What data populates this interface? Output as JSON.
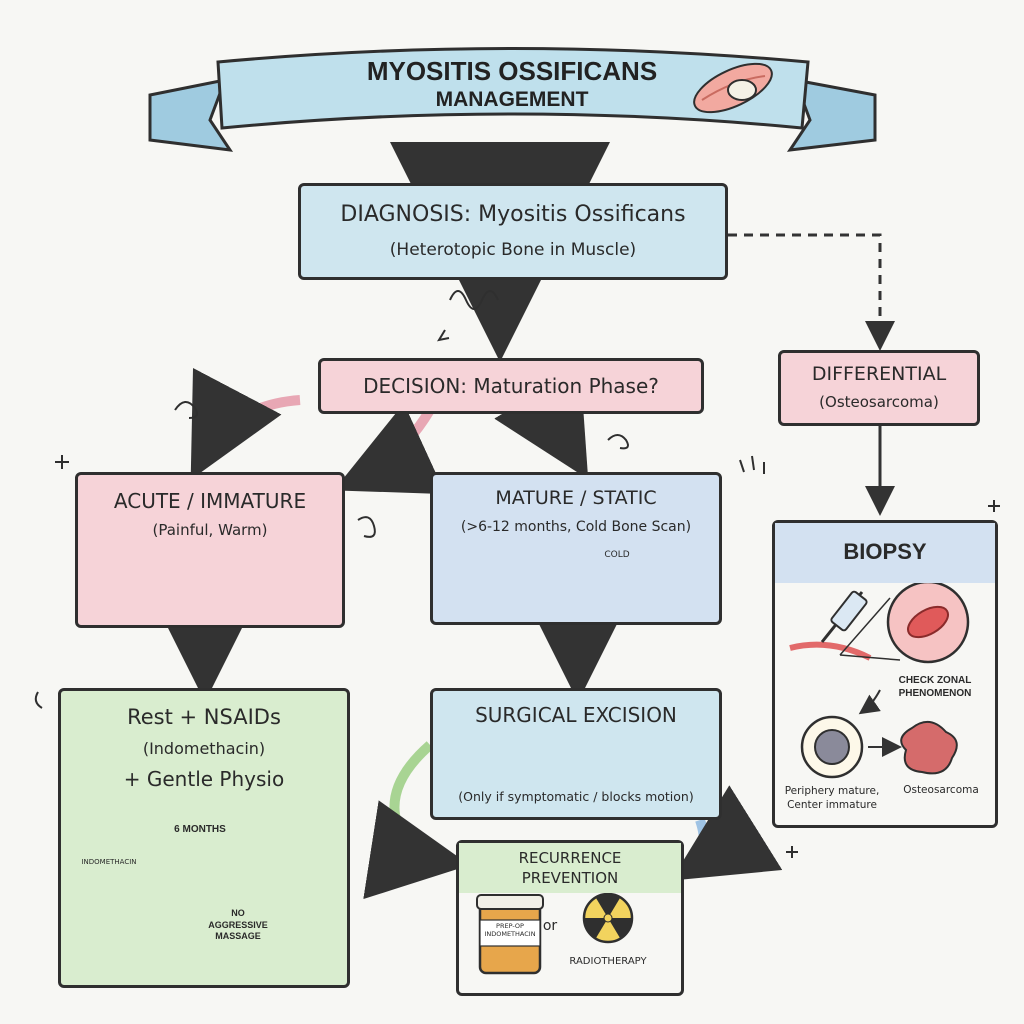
{
  "title": {
    "line1": "MYOSITIS OSSIFICANS",
    "line2": "MANAGEMENT"
  },
  "diagnosis": {
    "title": "DIAGNOSIS: Myositis Ossificans",
    "subtitle": "(Heterotopic Bone in Muscle)"
  },
  "decision": {
    "title": "DECISION: Maturation Phase?"
  },
  "differential": {
    "title": "DIFFERENTIAL",
    "subtitle": "(Osteosarcoma)"
  },
  "acute": {
    "title": "ACUTE / IMMATURE",
    "subtitle": "(Painful, Warm)"
  },
  "mature": {
    "title": "MATURE / STATIC",
    "subtitle": "(>6-12 months, Cold Bone Scan)",
    "scan_label": "COLD"
  },
  "biopsy": {
    "title": "BIOPSY",
    "check_label": "CHECK ZONAL\nPHENOMENON",
    "periphery_label": "Periphery mature,\nCenter immature",
    "osteosarcoma_label": "Osteosarcoma"
  },
  "rest": {
    "line1": "Rest + NSAIDs",
    "line2": "(Indomethacin)",
    "line3": "+ Gentle Physio",
    "bottle_label": "INDOMETHACIN",
    "calendar_label": "6 MONTHS",
    "no_massage_label": "NO\nAGGRESSIVE\nMASSAGE"
  },
  "surgical": {
    "title": "SURGICAL EXCISION",
    "note": "(Only if symptomatic / blocks motion)"
  },
  "recurrence": {
    "title_line1": "RECURRENCE",
    "title_line2": "PREVENTION",
    "bottle_label": "PREP-OP\nINDOMETHACIN",
    "or_label": "or",
    "radiotherapy_label": "RADIOTHERAPY"
  },
  "colors": {
    "blue": "#cfe6ef",
    "pink": "#f6d3d8",
    "green": "#d9edcf",
    "ribbon": "#bfe0ec",
    "ribbon_dark": "#9fcbe0",
    "outline": "#2f2f2f"
  }
}
